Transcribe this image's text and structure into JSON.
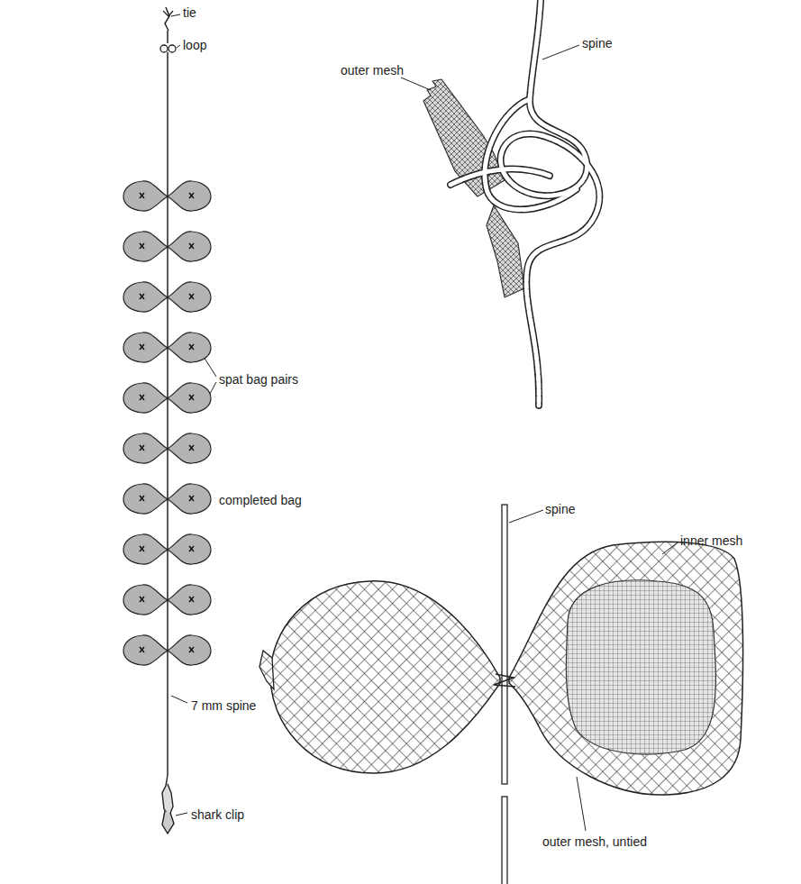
{
  "diagram": {
    "labels": [
      "tie",
      "spine",
      "loop",
      "outer mesh",
      "spat bag pairs",
      "completed bag",
      "spine",
      "inner mesh",
      "7 mm spine",
      "shark clip",
      "outer mesh, untied"
    ]
  }
}
